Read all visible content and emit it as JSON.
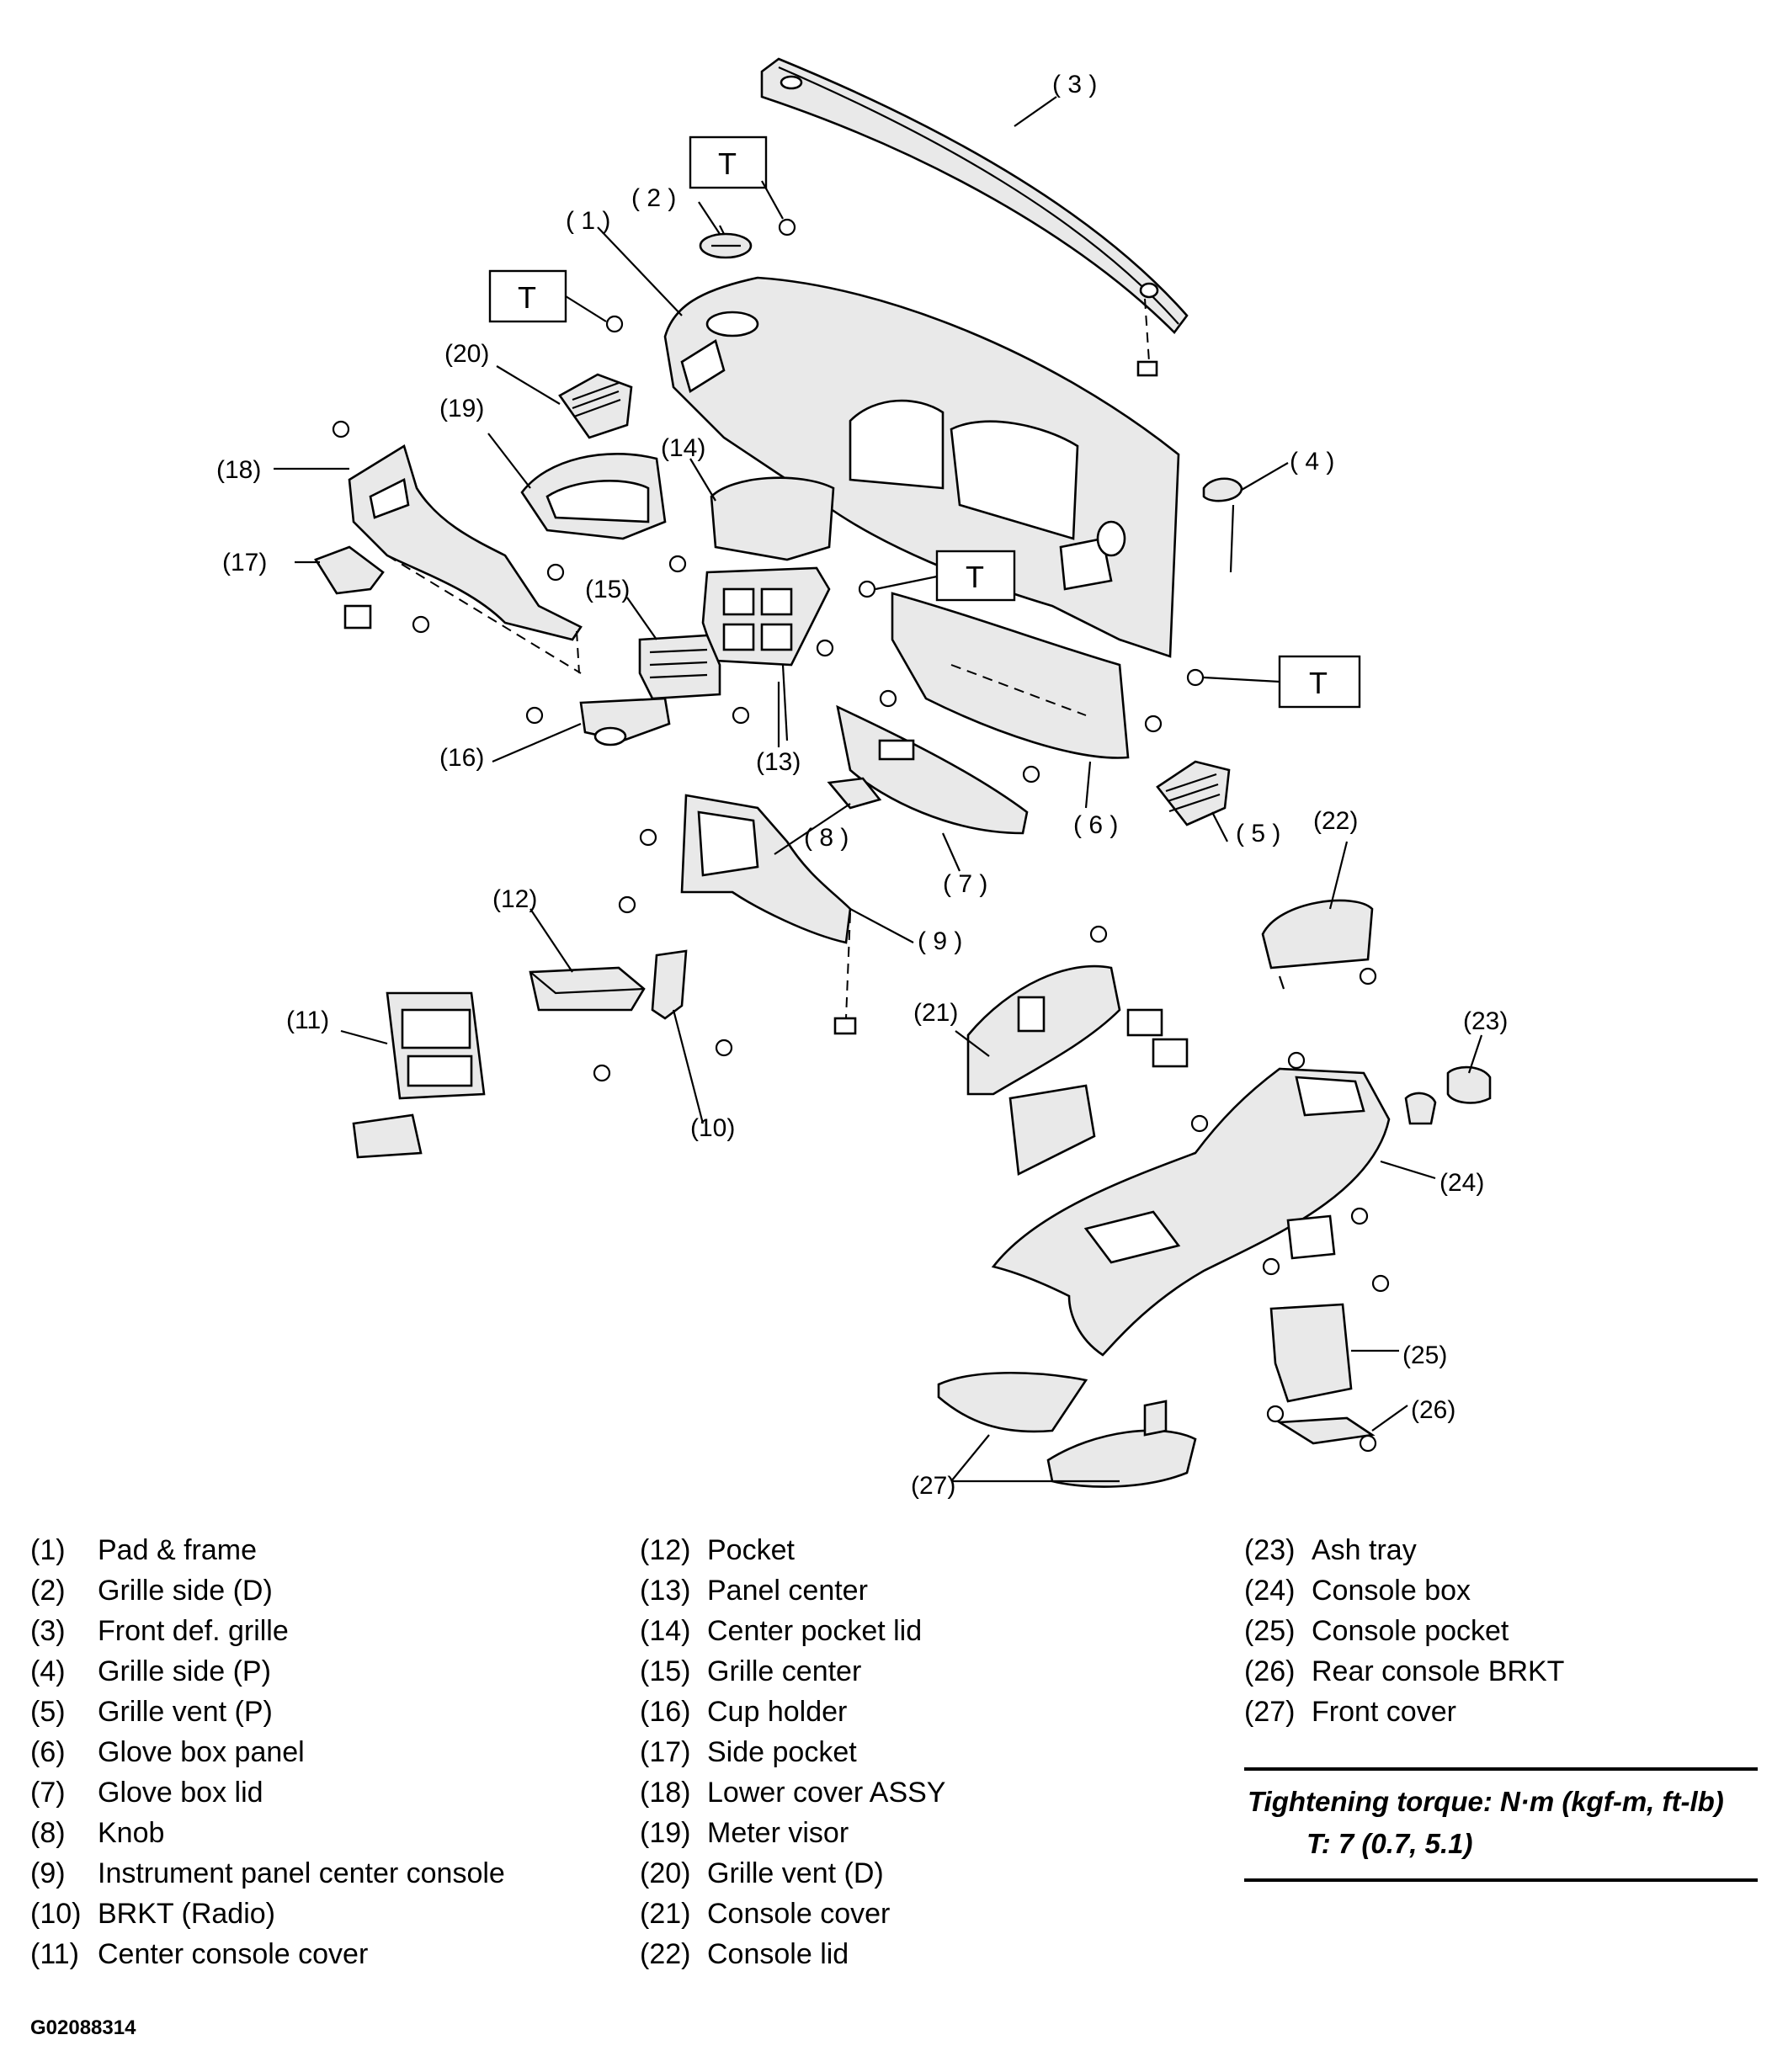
{
  "callouts": {
    "c1": "( 1 )",
    "c2": "( 2 )",
    "c3": "( 3 )",
    "c4": "( 4 )",
    "c5": "( 5 )",
    "c6": "( 6 )",
    "c7": "( 7 )",
    "c8": "( 8 )",
    "c9": "( 9 )",
    "c10": "(10)",
    "c11": "(11)",
    "c12": "(12)",
    "c13": "(13)",
    "c14": "(14)",
    "c15": "(15)",
    "c16": "(16)",
    "c17": "(17)",
    "c18": "(18)",
    "c19": "(19)",
    "c20": "(20)",
    "c21": "(21)",
    "c22": "(22)",
    "c23": "(23)",
    "c24": "(24)",
    "c25": "(25)",
    "c26": "(26)",
    "c27": "(27)"
  },
  "torque_marker": "T",
  "legend": {
    "col1": [
      {
        "num": "(1)",
        "name": "Pad & frame"
      },
      {
        "num": "(2)",
        "name": "Grille side (D)"
      },
      {
        "num": "(3)",
        "name": "Front def. grille"
      },
      {
        "num": "(4)",
        "name": "Grille side (P)"
      },
      {
        "num": "(5)",
        "name": "Grille vent (P)"
      },
      {
        "num": "(6)",
        "name": "Glove box panel"
      },
      {
        "num": "(7)",
        "name": "Glove box lid"
      },
      {
        "num": "(8)",
        "name": "Knob"
      },
      {
        "num": "(9)",
        "name": "Instrument panel center console"
      },
      {
        "num": "(10)",
        "name": "BRKT (Radio)"
      },
      {
        "num": "(11)",
        "name": "Center console cover"
      }
    ],
    "col2": [
      {
        "num": "(12)",
        "name": "Pocket"
      },
      {
        "num": "(13)",
        "name": "Panel center"
      },
      {
        "num": "(14)",
        "name": "Center pocket lid"
      },
      {
        "num": "(15)",
        "name": "Grille center"
      },
      {
        "num": "(16)",
        "name": "Cup holder"
      },
      {
        "num": "(17)",
        "name": "Side pocket"
      },
      {
        "num": "(18)",
        "name": "Lower cover ASSY"
      },
      {
        "num": "(19)",
        "name": "Meter visor"
      },
      {
        "num": "(20)",
        "name": "Grille vent (D)"
      },
      {
        "num": "(21)",
        "name": "Console cover"
      },
      {
        "num": "(22)",
        "name": "Console lid"
      }
    ],
    "col3": [
      {
        "num": "(23)",
        "name": "Ash tray"
      },
      {
        "num": "(24)",
        "name": "Console box"
      },
      {
        "num": "(25)",
        "name": "Console pocket"
      },
      {
        "num": "(26)",
        "name": "Rear console BRKT"
      },
      {
        "num": "(27)",
        "name": "Front cover"
      }
    ]
  },
  "torque": {
    "title": "Tightening torque: N·m (kgf-m, ft-lb)",
    "value": "T: 7 (0.7, 5.1)"
  },
  "figure_code": "G02088314"
}
